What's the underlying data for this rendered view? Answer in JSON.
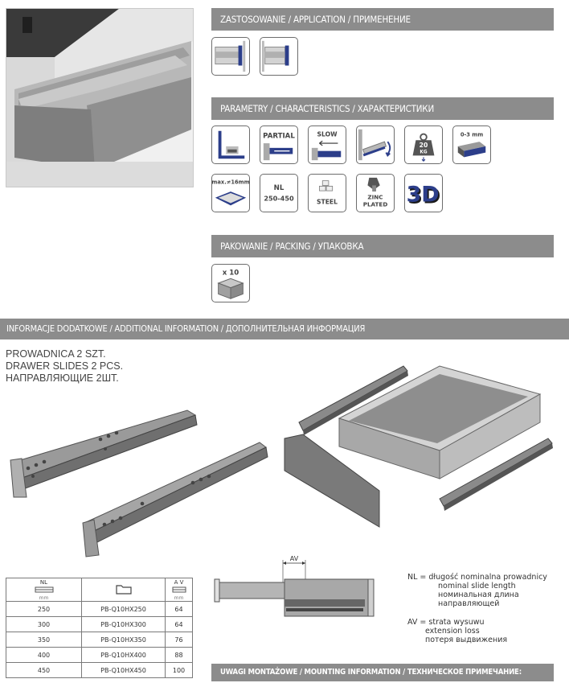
{
  "sections": {
    "application": "ZASTOSOWANIE / APPLICATION / ПРИМЕНЕНИЕ",
    "characteristics": "PARAMETRY / CHARACTERISTICS / ХАРАКТЕРИСТИКИ",
    "packing": "PAKOWANIE / PACKING / УПАКОВКА",
    "additional": "INFORMACJE DODATKOWE / ADDITIONAL INFORMATION / ДОПОЛНИТЕЛЬНАЯ ИНФОРМАЦИЯ",
    "mounting": "UWAGI MONTAŻOWE / MOUNTING INFORMATION / ТЕХНИЧЕСКОЕ ПРИМЕЧАНИЕ:"
  },
  "icons": {
    "partial": "PARTIAL",
    "slow": "SLOW",
    "weight": "20",
    "weight_unit": "KG",
    "adjust": "0-3 mm",
    "max_board": "max.≠16mm",
    "nl": "NL",
    "nl_range": "250-450",
    "steel": "STEEL",
    "zinc_1": "ZINC",
    "zinc_2": "PLATED",
    "three_d": "3D",
    "packing_qty": "x 10"
  },
  "product": {
    "line1": "PROWADNICA 2 SZT.",
    "line2": "DRAWER SLIDES 2 PCS.",
    "line3": "НАПРАВЛЯЮЩИЕ 2ШТ."
  },
  "table": {
    "head": {
      "nl": "NL",
      "nl_unit": "mm",
      "av": "A V",
      "av_unit": "mm"
    },
    "rows": [
      {
        "nl": "250",
        "code": "PB-Q10HX250",
        "av": "64"
      },
      {
        "nl": "300",
        "code": "PB-Q10HX300",
        "av": "64"
      },
      {
        "nl": "350",
        "code": "PB-Q10HX350",
        "av": "76"
      },
      {
        "nl": "400",
        "code": "PB-Q10HX400",
        "av": "88"
      },
      {
        "nl": "450",
        "code": "PB-Q10HX450",
        "av": "100"
      }
    ]
  },
  "diagram": {
    "av_label": "AV"
  },
  "legend": {
    "nl_1": "NL = długość nominalna prowadnicy",
    "nl_2": "nominal slide length",
    "nl_3": "номинальная длина",
    "nl_4": "направляющей",
    "av_1": "AV = strata wysuwu",
    "av_2": "extension loss",
    "av_3": "потеря выдвижения"
  },
  "colors": {
    "bar": "#8c8c8c",
    "accent_blue": "#2c3e8a",
    "icon_border": "#6d6d6d"
  }
}
